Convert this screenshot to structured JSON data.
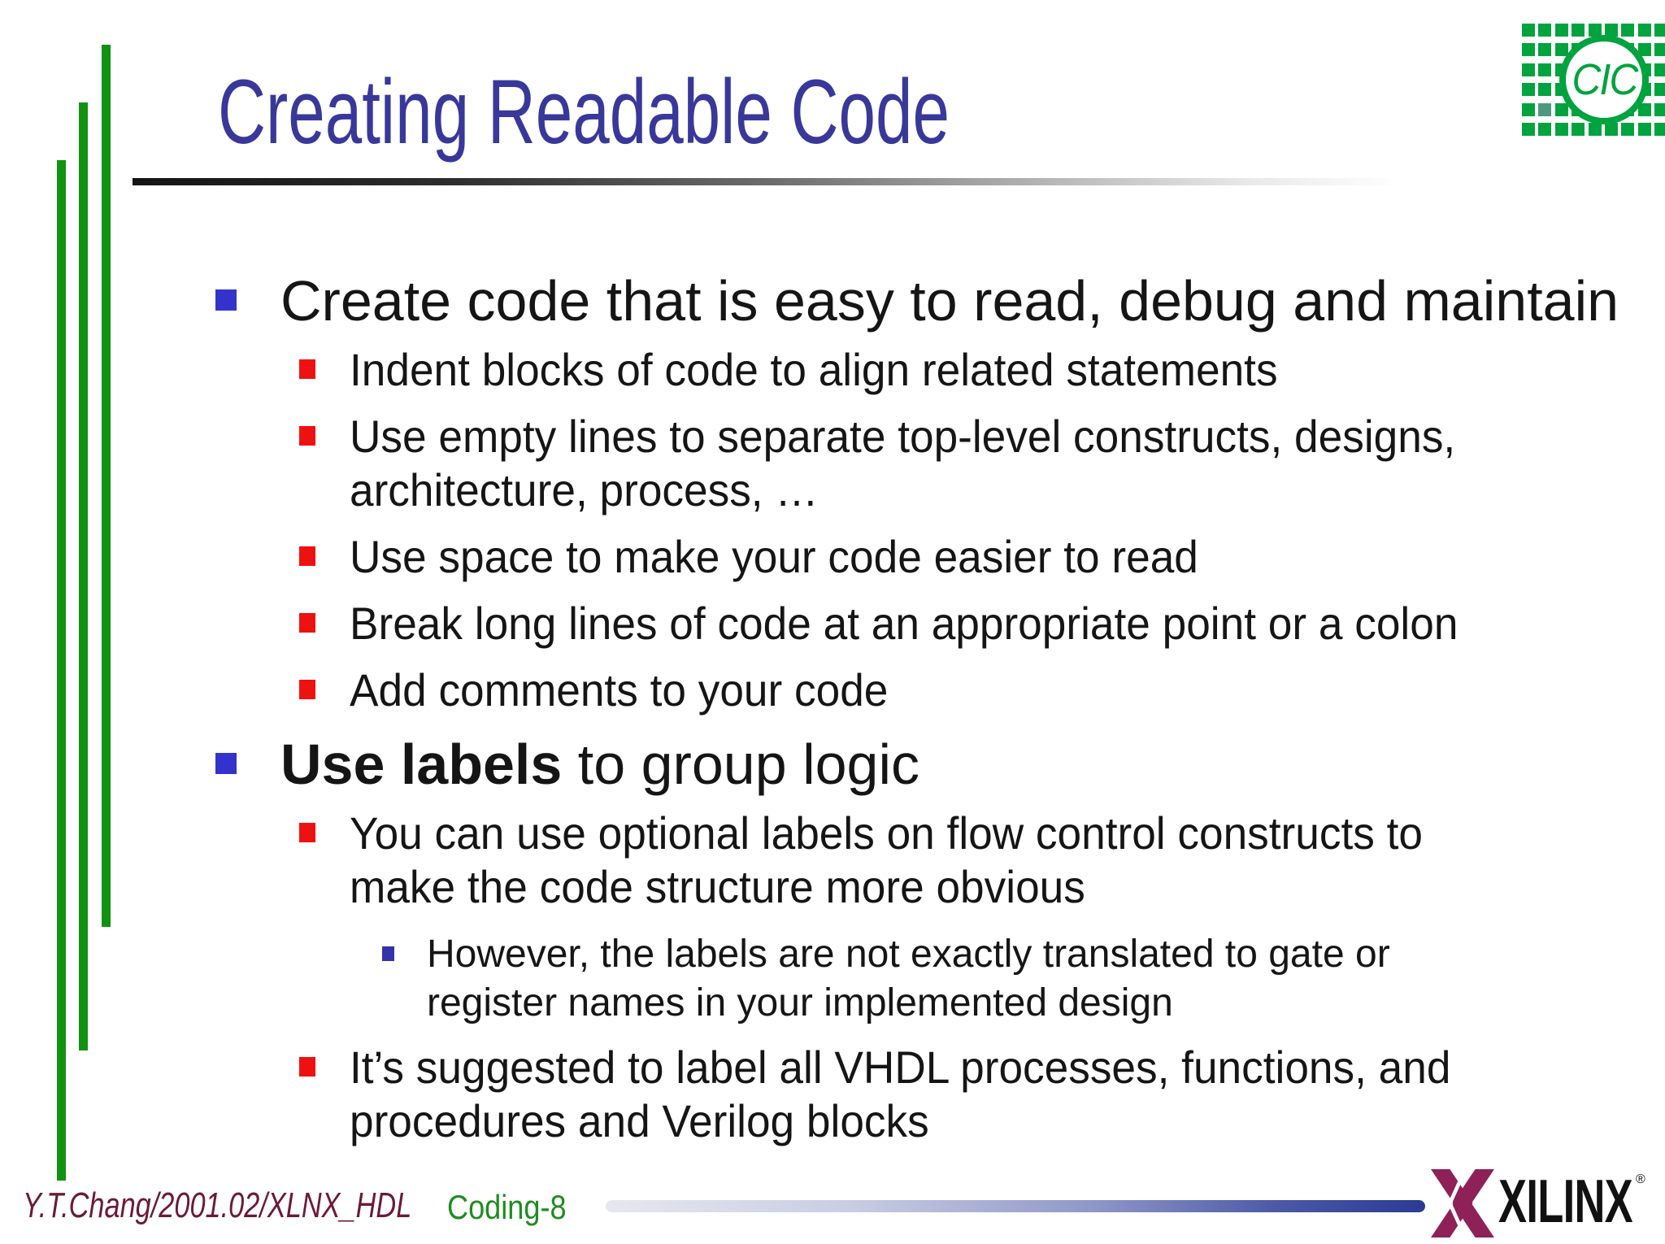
{
  "slide": {
    "title": "Creating Readable Code",
    "bullets": [
      {
        "level": 1,
        "lines": [
          [
            {
              "t": "Create code that is easy to read, debug and maintain",
              "b": false
            }
          ]
        ]
      },
      {
        "level": 2,
        "lines": [
          [
            {
              "t": "Indent blocks of code to align related statements",
              "b": false
            }
          ]
        ]
      },
      {
        "level": 2,
        "lines": [
          [
            {
              "t": "Use empty lines to separate top-level constructs, designs,",
              "b": false
            }
          ],
          [
            {
              "t": "architecture, process, …",
              "b": false
            }
          ]
        ]
      },
      {
        "level": 2,
        "lines": [
          [
            {
              "t": "Use space to make your code easier to read",
              "b": false
            }
          ]
        ]
      },
      {
        "level": 2,
        "lines": [
          [
            {
              "t": "Break long lines of code at an appropriate point or a colon",
              "b": false
            }
          ]
        ]
      },
      {
        "level": 2,
        "lines": [
          [
            {
              "t": "Add comments to your code",
              "b": false
            }
          ]
        ]
      },
      {
        "level": 1,
        "lines": [
          [
            {
              "t": "Use labels",
              "b": true
            },
            {
              "t": " to group logic",
              "b": false
            }
          ]
        ]
      },
      {
        "level": 2,
        "lines": [
          [
            {
              "t": "You can use optional labels on flow control constructs to",
              "b": false
            }
          ],
          [
            {
              "t": "make the code structure more obvious",
              "b": false
            }
          ]
        ]
      },
      {
        "level": 3,
        "lines": [
          [
            {
              "t": "However, the labels are not exactly translated to gate or",
              "b": false
            }
          ],
          [
            {
              "t": "register names in your implemented design",
              "b": false
            }
          ]
        ]
      },
      {
        "level": 2,
        "lines": [
          [
            {
              "t": "It’s suggested to label all VHDL processes, functions, and",
              "b": false
            }
          ],
          [
            {
              "t": "procedures and Verilog blocks",
              "b": false
            }
          ]
        ]
      }
    ],
    "footer": {
      "credit": "Y.T.Chang/2001.02/XLNX_HDL",
      "page_label": "Coding-8"
    },
    "brand": {
      "cic_label": "CIC",
      "xilinx_label": "XILINX",
      "registered_mark": "®"
    },
    "colors": {
      "title_text": "#38389B",
      "body_text": "#151515",
      "bullet_l1": "#3333CC",
      "bullet_l2": "#EE1111",
      "bullet_l3": "#3333AA",
      "bar_green": "#119211",
      "cic_green": "#00A33E",
      "cic_teal": "#4D9980",
      "credit_maroon": "#6B1A38",
      "page_green": "#1F8C1F",
      "xilinx_plum": "#8E2157"
    }
  }
}
